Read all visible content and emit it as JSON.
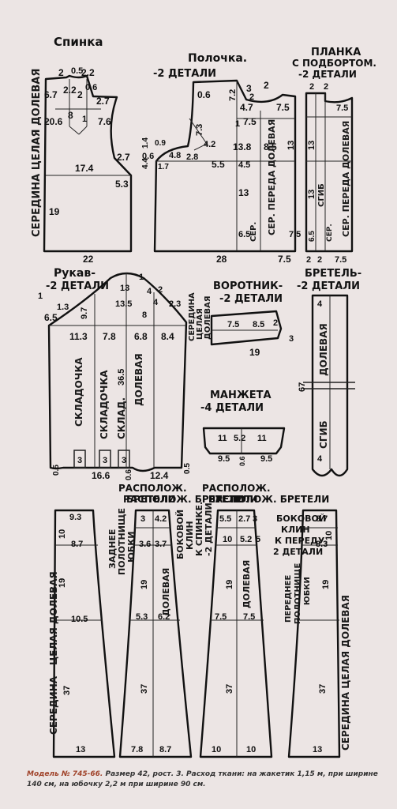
{
  "pieces": {
    "back": {
      "title": "Спинка",
      "side_label": "СЕРЕДИНА ЦЕЛАЯ ДОЛЕВАЯ",
      "dims": [
        "2",
        "0.5",
        "2.2",
        "6.7",
        "2.2",
        "8",
        "2",
        "2.7",
        "0.6",
        "20.6",
        "1",
        "7.6",
        "17.4",
        "2.7",
        "5.3",
        "19",
        "22"
      ]
    },
    "front": {
      "title": "Полочка.",
      "count": "-2 ДЕТАЛИ",
      "dims": [
        "0.6",
        "7.2",
        "3",
        "2",
        "4.7",
        "2",
        "7.5",
        "7.5",
        "1",
        "7.3",
        "0.9",
        "0.6",
        "4.8",
        "2.8",
        "4.2",
        "1.7",
        "1.4",
        "4.4",
        "5.5",
        "13.8",
        "8.5",
        "4.5",
        "13",
        "6.5",
        "7.5",
        "28",
        "7.5",
        "13"
      ],
      "labels": [
        "ДОЛЕВАЯ",
        "СЕР. ПЕРЕДА",
        "СЕР."
      ]
    },
    "placket": {
      "title": "ПЛАНКА",
      "title2": "С ПОДБОРТОМ.",
      "count": "-2 ДЕТАЛИ",
      "dims": [
        "2",
        "2",
        "7.5",
        "13",
        "13",
        "6.5",
        "2",
        "2",
        "7.5"
      ],
      "labels": [
        "СГИБ",
        "СЕР. ПЕРЕДА ДОЛЕВАЯ",
        "СЕР."
      ]
    },
    "sleeve": {
      "title": "Рукав-",
      "count": "-2 ДЕТАЛИ",
      "dims": [
        "6.5",
        "1",
        "1",
        "2",
        "1.3",
        "13",
        "9.7",
        "13.5",
        "8",
        "2.3",
        "4",
        "4",
        "11.3",
        "7.8",
        "6.8",
        "8.4",
        "36.5",
        "0.5",
        "3",
        "3",
        "3",
        "16.6",
        "0.6",
        "12.4",
        "0.5"
      ],
      "labels": [
        "СКЛАДОЧКА",
        "СКЛАДОЧКА",
        "СКЛАД.",
        "ДОЛЕВАЯ"
      ]
    },
    "collar": {
      "title": "ВОРОТНИК-",
      "count": "-2 ДЕТАЛИ",
      "dims": [
        "7.5",
        "8.5",
        "2",
        "3",
        "19"
      ],
      "labels": [
        "СЕРЕДИНА",
        "ЦЕЛАЯ",
        "ДОЛЕВАЯ"
      ]
    },
    "strap": {
      "title": "БРЕТЕЛЬ-",
      "count": "-2 ДЕТАЛИ",
      "dims": [
        "4",
        "67",
        "4"
      ],
      "labels": [
        "ДОЛЕВАЯ",
        "СГИБ"
      ]
    },
    "cuff": {
      "title": "МАНЖЕТА",
      "count": "-4 ДЕТАЛИ",
      "dims": [
        "11",
        "5.2",
        "11",
        "9.5",
        "0.6",
        "9.5"
      ]
    },
    "skirt_back_center": {
      "dims": [
        "9.3",
        "10",
        "8.7",
        "19",
        "10.5",
        "37",
        "13"
      ],
      "labels": [
        "СЕРЕДИНА",
        "ЦЕЛАЯ",
        "ДОЛЕВАЯ"
      ]
    },
    "skirt_back_side": {
      "strap_label": "РАСПОЛОЖ. БРЕТЕЛИ",
      "dims": [
        "3",
        "4.2",
        "3.6",
        "3.7",
        "19",
        "5.3",
        "6.2",
        "37",
        "7.8",
        "8.7"
      ],
      "labels": [
        "ЗАДНЕЕ",
        "ПОЛОТНИЩЕ",
        "ЮБКИ",
        "ДОЛЕВАЯ",
        "БОКОВОЙ",
        "КЛИН",
        "К СПИНКЕ.",
        "-2 ДЕТАЛИ"
      ]
    },
    "skirt_front_side": {
      "strap_label": "РАСПОЛОЖ. БРЕТЕЛИ",
      "dims": [
        "5.5",
        "2.7",
        "3",
        "10",
        "5.2",
        "5",
        "19",
        "7.5",
        "7.5",
        "37",
        "10",
        "10"
      ],
      "labels": [
        "ДОЛЕВАЯ",
        "БОКОВОЙ",
        "КЛИН",
        "К ПЕРЕДУ.",
        "2 ДЕТАЛИ"
      ]
    },
    "skirt_front_center": {
      "dims": [
        "8.7",
        "10",
        "8.3",
        "19",
        "37",
        "13"
      ],
      "labels": [
        "ПЕРЕДНЕЕ",
        "ПОЛОТНИЩЕ",
        "ЮБКИ",
        "СЕРЕДИНА ЦЕЛАЯ ДОЛЕВАЯ"
      ]
    }
  },
  "caption": {
    "model": "Модель № 745-66.",
    "text": "Размер 42, рост. 3. Расход ткани: на жакетик 1,15 м, при ширине 140 см, на юбочку 2,2 м при ширине 90 см."
  }
}
